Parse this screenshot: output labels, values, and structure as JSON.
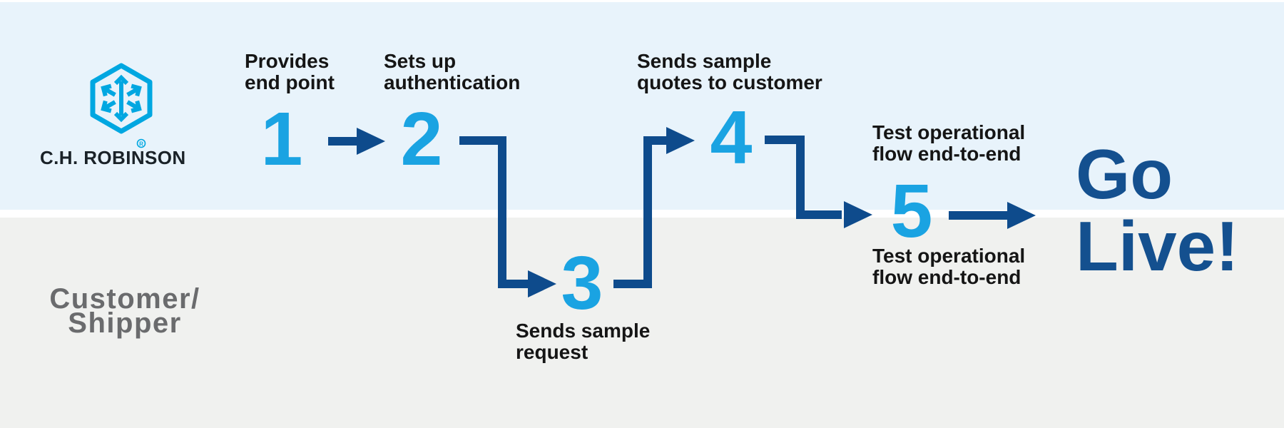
{
  "brand": {
    "wordmark": "C.H. ROBINSON",
    "registered_mark": "R",
    "logo_icon": "hexagon-arrows-icon"
  },
  "lanes": {
    "top": {
      "owner": "C.H. Robinson",
      "background": "#E8F3FB"
    },
    "bottom": {
      "label": "Customer/\nShipper",
      "background": "#F0F1EF",
      "label_color": "#6A6B6D"
    },
    "divider_color": "#FFFFFF"
  },
  "steps": [
    {
      "number": "1",
      "label": "Provides\nend point",
      "lane": "top"
    },
    {
      "number": "2",
      "label": "Sets up\nauthentication",
      "lane": "top"
    },
    {
      "number": "3",
      "label": "Sends sample\nrequest",
      "lane": "bottom"
    },
    {
      "number": "4",
      "label": "Sends sample\nquotes to customer",
      "lane": "top"
    },
    {
      "number": "5",
      "label_above": "Test operational\nflow end-to-end",
      "label_below": "Test operational\nflow end-to-end",
      "lane": "boundary"
    }
  ],
  "outcome": {
    "text": "Go\nLive!"
  },
  "colors": {
    "step_number_blue": "#1AA3E2",
    "arrow_navy": "#0E4B8C",
    "go_live_navy": "#14508F",
    "logo_blue": "#00A7E1",
    "label_text": "#151515"
  }
}
